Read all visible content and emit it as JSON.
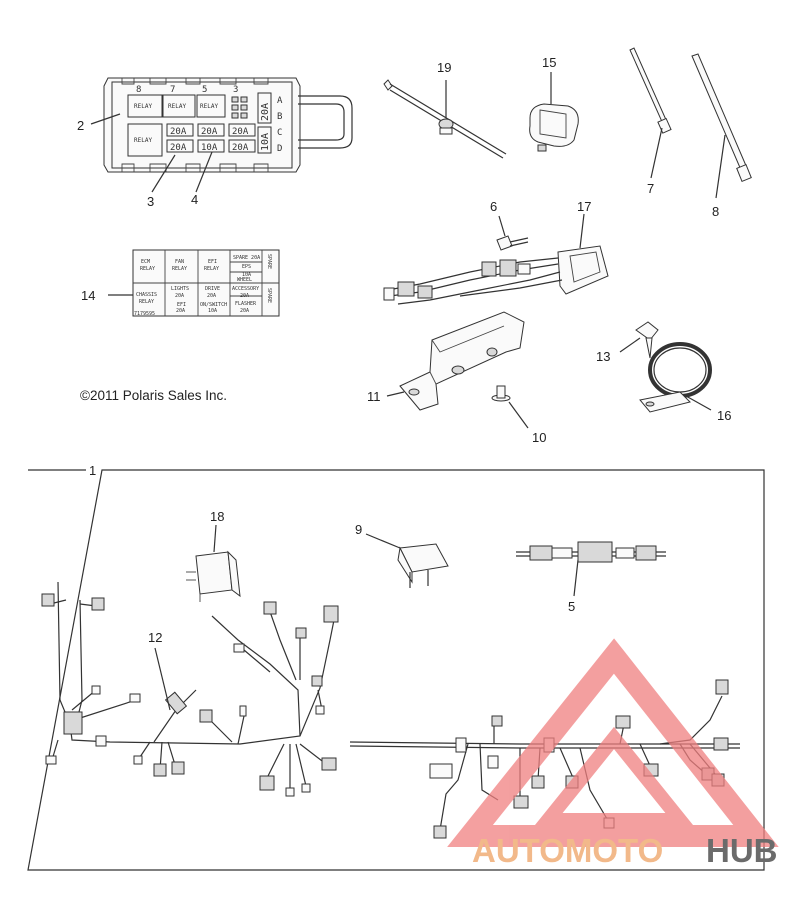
{
  "copyright": "©2011 Polaris Sales Inc.",
  "callouts": [
    {
      "id": "c2",
      "label": "2"
    },
    {
      "id": "c3",
      "label": "3"
    },
    {
      "id": "c4",
      "label": "4"
    },
    {
      "id": "c19",
      "label": "19"
    },
    {
      "id": "c15",
      "label": "15"
    },
    {
      "id": "c7",
      "label": "7"
    },
    {
      "id": "c8",
      "label": "8"
    },
    {
      "id": "c6",
      "label": "6"
    },
    {
      "id": "c17",
      "label": "17"
    },
    {
      "id": "c14",
      "label": "14"
    },
    {
      "id": "c13",
      "label": "13"
    },
    {
      "id": "c16",
      "label": "16"
    },
    {
      "id": "c11",
      "label": "11"
    },
    {
      "id": "c10",
      "label": "10"
    },
    {
      "id": "c1",
      "label": "1"
    },
    {
      "id": "c18",
      "label": "18"
    },
    {
      "id": "c9",
      "label": "9"
    },
    {
      "id": "c5",
      "label": "5"
    },
    {
      "id": "c12",
      "label": "12"
    }
  ],
  "fuse_box": {
    "top_numbers": [
      "8",
      "7",
      "5",
      "3"
    ],
    "row_letters": [
      "A",
      "B",
      "C",
      "D"
    ],
    "relay_label": "RELAY",
    "fuses_row1": [
      "20A",
      "20A",
      "20A"
    ],
    "fuses_row2": [
      "20A",
      "10A",
      "20A"
    ],
    "fuse_right_top": "20A",
    "fuse_right_bottom": "10A"
  },
  "decal": {
    "cells": [
      [
        "ECM",
        "RELAY"
      ],
      [
        "FAN",
        "RELAY"
      ],
      [
        "EFI",
        "RELAY"
      ],
      [
        "CHASSIS",
        "RELAY"
      ],
      [
        "LIGHTS",
        "20A"
      ],
      [
        "DRIVE",
        "20A"
      ],
      [
        "EFI",
        "20A"
      ],
      [
        "ON/SWITCH",
        "10A"
      ]
    ],
    "right_cells": [
      "SPARE 20A",
      "EPS",
      "10A",
      "WHEEL",
      "ACCESSORY",
      "20A",
      "FLASHER",
      "20A"
    ],
    "side_label": "SPARE",
    "part_no": "7179595"
  },
  "watermark": {
    "part1": "AUTOMOTO",
    "part2": "HUB",
    "color1": "#f2b98a",
    "color2": "#6b6b6b",
    "triangle_color": "#f08080"
  }
}
